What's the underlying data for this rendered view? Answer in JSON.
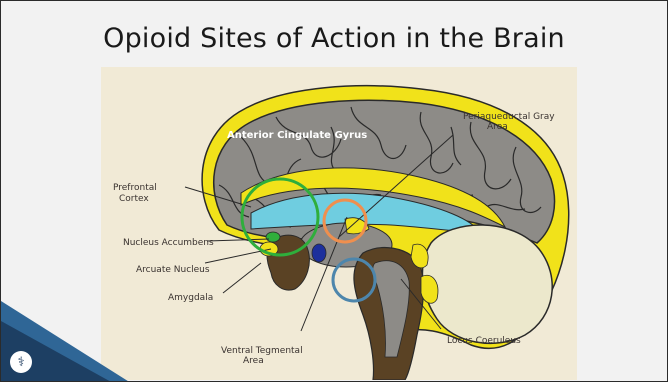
{
  "slide": {
    "title": "Opioid Sites of Action in the Brain"
  },
  "labels": {
    "anterior_cingulate": "Anterior Cingulate Gyrus",
    "periaqueductal_line1": "Periaqueductal Gray",
    "periaqueductal_line2": "Area",
    "prefrontal_line1": "Prefrontal",
    "prefrontal_line2": "Cortex",
    "nucleus_accumbens": "Nucleus Accumbens",
    "arcuate_nucleus": "Arcuate Nucleus",
    "amygdala": "Amygdala",
    "vta_line1": "Ventral Tegmental",
    "vta_line2": "Area",
    "locus_coeruleus": "Locus Coeruleus"
  },
  "logo_glyph": "⚕",
  "colors": {
    "slide_background": "#f2f2f2",
    "figure_background": "#f1ead6",
    "brain_gray": "#8d8b87",
    "outline_yellow": "#f1e21a",
    "cerebellum_cream": "#ece8cc",
    "ventricle_cyan": "#6fcde0",
    "brainstem_brown": "#5a4224",
    "circle_green": "#2fae3c",
    "circle_orange": "#ef8f4e",
    "circle_blue": "#4d86ac",
    "corner_dark": "#1d3f63",
    "corner_light": "#2f6696"
  }
}
